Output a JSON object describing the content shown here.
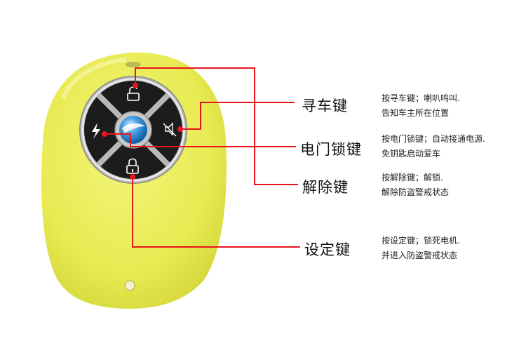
{
  "diagram": {
    "subject": "Remote key fob",
    "colors": {
      "fob_body": "#eaed5a",
      "callout_line": "#e8141c",
      "button_black": "#1c1c1c",
      "center_blue": "#2f8fd6"
    },
    "buttons": [
      {
        "id": "find",
        "icon": "unlock-icon",
        "position": "top"
      },
      {
        "id": "mute",
        "icon": "speaker-mute-icon",
        "position": "right"
      },
      {
        "id": "power",
        "icon": "lightning-icon",
        "position": "left"
      },
      {
        "id": "lock",
        "icon": "lock-icon",
        "position": "bottom"
      }
    ],
    "callouts": [
      {
        "label": "寻车键",
        "desc_line1": "按寻车键；喇叭鸣叫.",
        "desc_line2": "告知车主所在位置"
      },
      {
        "label": "电门锁键",
        "desc_line1": "按电门锁键；自动接通电源.",
        "desc_line2": "免钥匙启动爱车"
      },
      {
        "label": "解除键",
        "desc_line1": "按解除键；解锁.",
        "desc_line2": "解除防盗警戒状态"
      },
      {
        "label": "设定键",
        "desc_line1": "按设定键；锁死电机.",
        "desc_line2": "并进入防盗警戒状态"
      }
    ]
  }
}
